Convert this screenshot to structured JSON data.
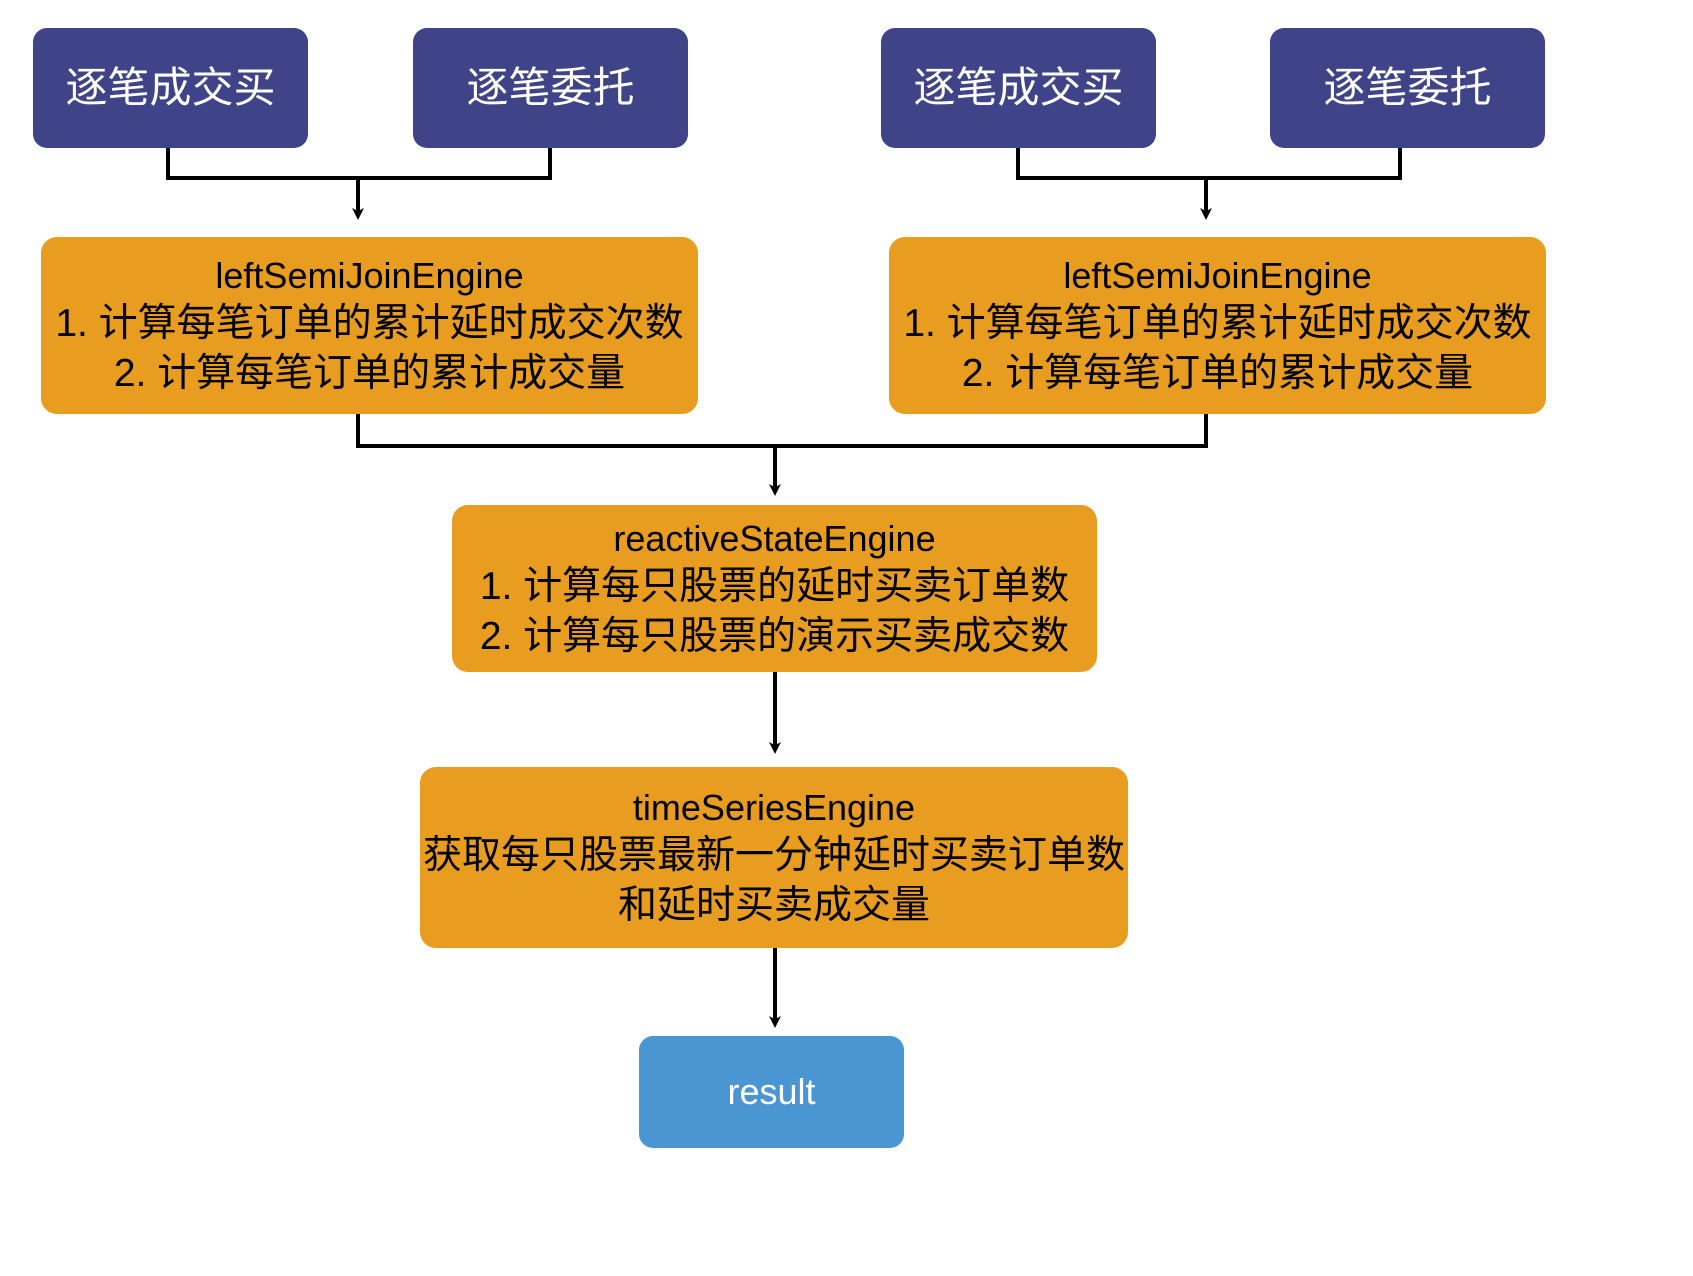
{
  "diagram": {
    "background_color": "#ffffff",
    "palette": {
      "source_node": "#3f4388",
      "engine_node": "#e89c20",
      "result_node": "#4a96d2",
      "edge": "#000000",
      "source_text": "#ffffff",
      "engine_text": "#000000",
      "result_text": "#ffffff"
    },
    "nodes": {
      "left_trade": {
        "label": "逐笔成交买"
      },
      "left_order": {
        "label": "逐笔委托"
      },
      "right_trade": {
        "label": "逐笔成交买"
      },
      "right_order": {
        "label": "逐笔委托"
      },
      "left_join": {
        "title": "leftSemiJoinEngine",
        "item1": "1. 计算每笔订单的累计延时成交次数",
        "item2": "2. 计算每笔订单的累计成交量"
      },
      "right_join": {
        "title": "leftSemiJoinEngine",
        "item1": "1. 计算每笔订单的累计延时成交次数",
        "item2": "2. 计算每笔订单的累计成交量"
      },
      "reactive_state": {
        "title": "reactiveStateEngine",
        "item1": "1. 计算每只股票的延时买卖订单数",
        "item2": "2. 计算每只股票的演示买卖成交数"
      },
      "time_series": {
        "title": "timeSeriesEngine",
        "item1": "获取每只股票最新一分钟延时买卖订单数",
        "item2": "和延时买卖成交量"
      },
      "result": {
        "label": "result"
      }
    }
  }
}
